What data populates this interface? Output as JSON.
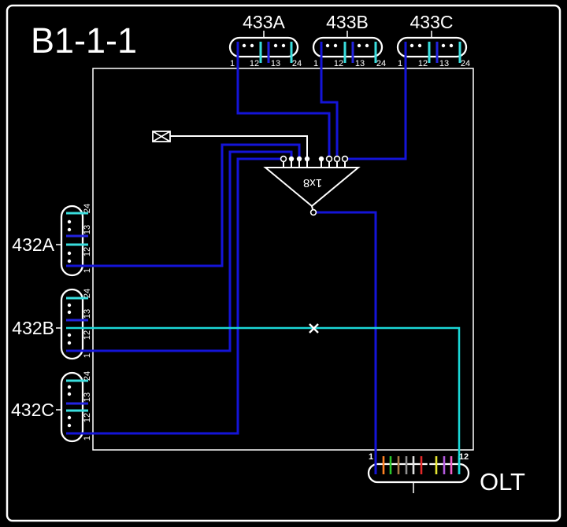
{
  "title": "B1-1-1",
  "colors": {
    "background": "#000000",
    "line": "#ffffff",
    "wire_blue": "#1414d8",
    "wire_cyan": "#1bd7d7",
    "tick_cyan": "#3adede",
    "tick_blue": "#2323e0"
  },
  "splitter": {
    "label": "1x8"
  },
  "connectors": {
    "top": [
      {
        "name": "433A",
        "ports": [
          "1",
          "12",
          "13",
          "24"
        ]
      },
      {
        "name": "433B",
        "ports": [
          "1",
          "12",
          "13",
          "24"
        ]
      },
      {
        "name": "433C",
        "ports": [
          "1",
          "12",
          "13",
          "24"
        ]
      }
    ],
    "left": [
      {
        "name": "432A",
        "ports": [
          "1",
          "12",
          "13",
          "24"
        ]
      },
      {
        "name": "432B",
        "ports": [
          "1",
          "12",
          "13",
          "24"
        ]
      },
      {
        "name": "432C",
        "ports": [
          "1",
          "12",
          "13",
          "24"
        ]
      }
    ],
    "olt": {
      "name": "OLT",
      "ports": [
        "1",
        "12"
      ],
      "fiber_colors": [
        "#1414d8",
        "#ff8222",
        "#2bc82b",
        "#aa7846",
        "#909090",
        "#e0e0e0",
        "#e42828",
        "#000000",
        "#e6e632",
        "#b45ae0",
        "#f060c8",
        "#1bd7d7"
      ]
    }
  }
}
